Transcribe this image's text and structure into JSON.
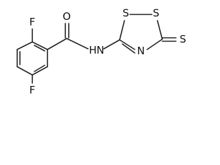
{
  "molecule": {
    "atoms": {
      "f_top": "F",
      "f_bottom": "F",
      "o_carbonyl": "O",
      "n_amide": "N",
      "h_amide": "H",
      "s_ring_left": "S",
      "s_ring_right": "S",
      "n_ring": "N",
      "s_thione": "S"
    }
  }
}
